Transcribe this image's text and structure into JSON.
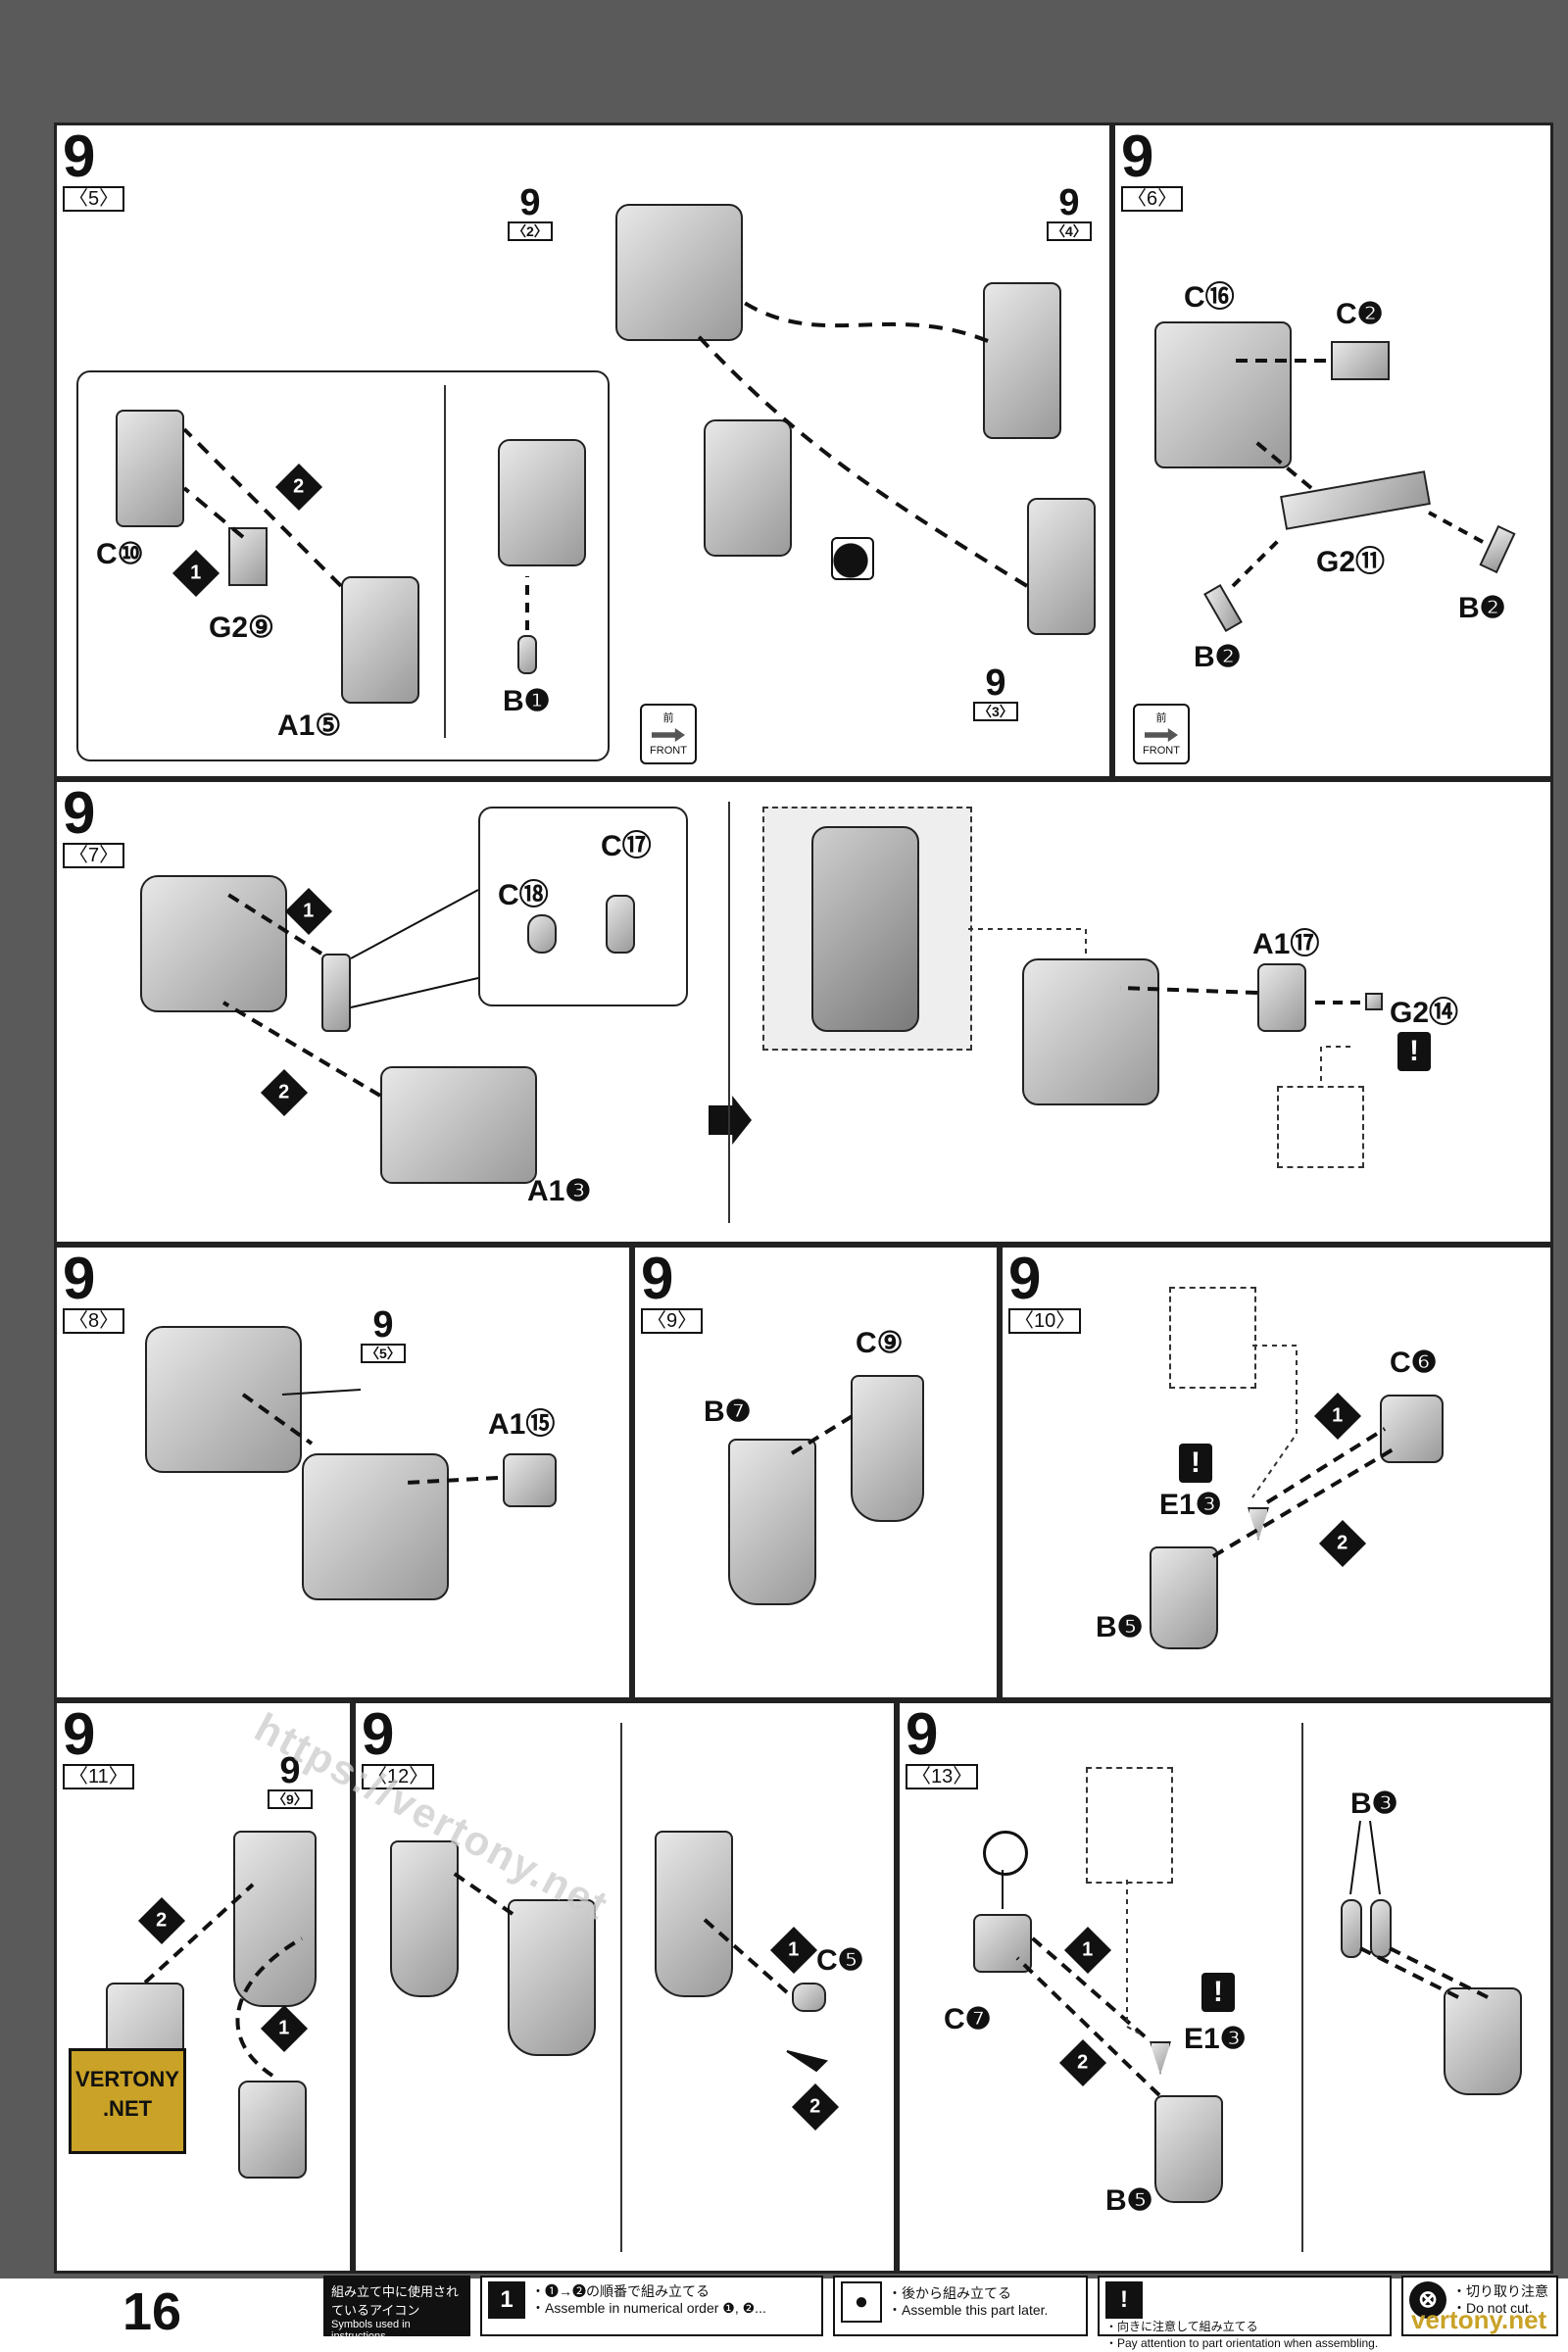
{
  "page": {
    "number": "16"
  },
  "panels": {
    "p5": {
      "step": "9",
      "sub": "〈5〉",
      "refs": [
        {
          "n": "9",
          "s": "〈2〉"
        },
        {
          "n": "9",
          "s": "〈4〉"
        },
        {
          "n": "9",
          "s": "〈3〉"
        }
      ],
      "labels": {
        "c10": "C",
        "c10n": "⑩",
        "g29": "G2",
        "g29n": "⑨",
        "a15": "A1",
        "a15n": "⑤",
        "b1": "B",
        "b1n": "❶"
      },
      "seq": [
        "1",
        "2"
      ],
      "front": {
        "jp": "前",
        "en": "FRONT"
      }
    },
    "p6": {
      "step": "9",
      "sub": "〈6〉",
      "labels": {
        "c16": "C",
        "c16n": "⑯",
        "c2": "C",
        "c2n": "❷",
        "g211": "G2",
        "g211n": "⑪",
        "b2a": "B",
        "b2an": "❷",
        "b2b": "B",
        "b2bn": "❷"
      },
      "front": {
        "jp": "前",
        "en": "FRONT"
      }
    },
    "p7": {
      "step": "9",
      "sub": "〈7〉",
      "labels": {
        "c17": "C",
        "c17n": "⑰",
        "c18": "C",
        "c18n": "⑱",
        "a13": "A1",
        "a13n": "❸",
        "a117": "A1",
        "a117n": "⑰",
        "g214": "G2",
        "g214n": "⑭"
      },
      "seq": [
        "1",
        "2"
      ],
      "warn": "!"
    },
    "p8": {
      "step": "9",
      "sub": "〈8〉",
      "ref": {
        "n": "9",
        "s": "〈5〉"
      },
      "labels": {
        "a115": "A1",
        "a115n": "⑮"
      }
    },
    "p9": {
      "step": "9",
      "sub": "〈9〉",
      "labels": {
        "b7": "B",
        "b7n": "❼",
        "c9": "C",
        "c9n": "⑨"
      }
    },
    "p10": {
      "step": "9",
      "sub": "〈10〉",
      "labels": {
        "c6": "C",
        "c6n": "❻",
        "e13": "E1",
        "e13n": "❸",
        "b5": "B",
        "b5n": "❺"
      },
      "seq": [
        "1",
        "2"
      ],
      "warn": "!"
    },
    "p11": {
      "step": "9",
      "sub": "〈11〉",
      "ref": {
        "n": "9",
        "s": "〈9〉"
      },
      "seq": [
        "2",
        "1"
      ]
    },
    "p12": {
      "step": "9",
      "sub": "〈12〉",
      "labels": {
        "c5": "C",
        "c5n": "❺"
      },
      "seq": [
        "1",
        "2"
      ]
    },
    "p13": {
      "step": "9",
      "sub": "〈13〉",
      "labels": {
        "c7": "C",
        "c7n": "❼",
        "e13": "E1",
        "e13n": "❸",
        "b5": "B",
        "b5n": "❺",
        "b3": "B",
        "b3n": "❸"
      },
      "seq": [
        "1",
        "2"
      ],
      "warn": "!"
    }
  },
  "footer": {
    "legend_title_jp": "組み立て中に使用されているアイコン",
    "legend_title_en": "Symbols used in instructions",
    "items": [
      {
        "icon": "1",
        "jp": "・❶→❷の順番で組み立てる",
        "en": "・Assemble in numerical order ❶, ❷..."
      },
      {
        "icon": "●",
        "jp": "・後から組み立てる",
        "en": "・Assemble this part later."
      },
      {
        "icon": "!",
        "jp": "・向きに注意して組み立てる",
        "en": "・Pay attention to part orientation when assembling."
      },
      {
        "icon": "⊗",
        "jp": "・切り取り注意",
        "en": "・Do not cut."
      }
    ]
  },
  "watermark": {
    "logo_top": "VERTONY",
    "logo_bottom": ".NET",
    "url": "https://vertony.net",
    "brand": "vertony.net"
  }
}
